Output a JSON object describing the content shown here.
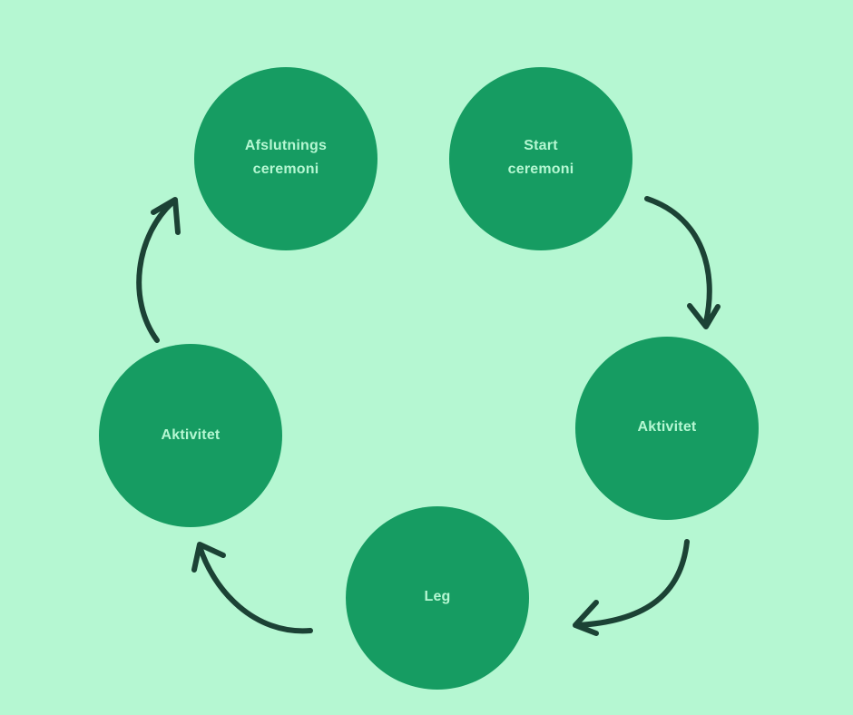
{
  "colors": {
    "background": "#b5f7d2",
    "node_fill": "#169c62",
    "node_text": "#b5f7d2",
    "arrow": "#1c4235"
  },
  "nodes": {
    "afslutning": {
      "label": "Afslutnings\nceremoni"
    },
    "start": {
      "label": "Start\nceremoni"
    },
    "aktivitet_right": {
      "label": "Aktivitet"
    },
    "leg": {
      "label": "Leg"
    },
    "aktivitet_left": {
      "label": "Aktivitet"
    }
  },
  "flow": [
    {
      "from": "Start ceremoni",
      "to": "Aktivitet"
    },
    {
      "from": "Aktivitet",
      "to": "Leg"
    },
    {
      "from": "Leg",
      "to": "Aktivitet"
    },
    {
      "from": "Aktivitet",
      "to": "Afslutnings ceremoni"
    }
  ]
}
